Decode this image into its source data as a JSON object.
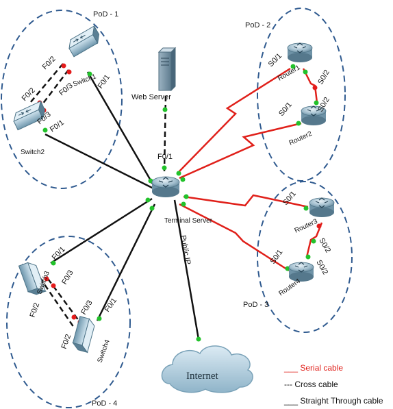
{
  "pods": {
    "pod1": "PoD - 1",
    "pod2": "PoD - 2",
    "pod3": "PoD - 3",
    "pod4": "PoD - 4"
  },
  "devices": {
    "web_server": "Web Server",
    "terminal_server": "Terminal Server",
    "switch1": "Switch1",
    "switch2": "Switch2",
    "switch3": "Switch3",
    "switch4": "Switch4",
    "router1": "Router1",
    "router2": "Router2",
    "router3": "Router3",
    "router4": "Router4",
    "internet": "Internet"
  },
  "ports": {
    "sw1_f02": "F0/2",
    "sw1_f03": "F0/3",
    "sw1_f01": "F0/1",
    "sw2_f02": "F0/2",
    "sw2_f03": "F0/3",
    "sw2_f01": "F0/1",
    "ts_f01": "F0/1",
    "public_ip": "Public IP",
    "r1_s01": "S0/1",
    "r1_s02": "S0/2",
    "r2_s02": "S0/2",
    "r2_s01": "S0/1",
    "r3_s01": "S0/1",
    "r3_s02": "S0/2",
    "r4_s01": "S0/1",
    "r4_s02": "S0/2",
    "sw3_f01": "F0/1",
    "sw3_f03": "F0/3",
    "sw3_f02": "F0/2",
    "sw4_f03": "F0/3",
    "sw4_f02": "F0/2",
    "sw4_f01": "F0/1"
  },
  "legend": {
    "serial": "___ Serial cable",
    "cross": "---  Cross cable",
    "straight": "___ Straight Through cable"
  },
  "colors": {
    "serial": "#e0201a",
    "cross": "#111111",
    "straight": "#111111",
    "pod_border": "#2f5a8f",
    "port_up": "#22c22b",
    "port_down": "#e31b1b"
  }
}
